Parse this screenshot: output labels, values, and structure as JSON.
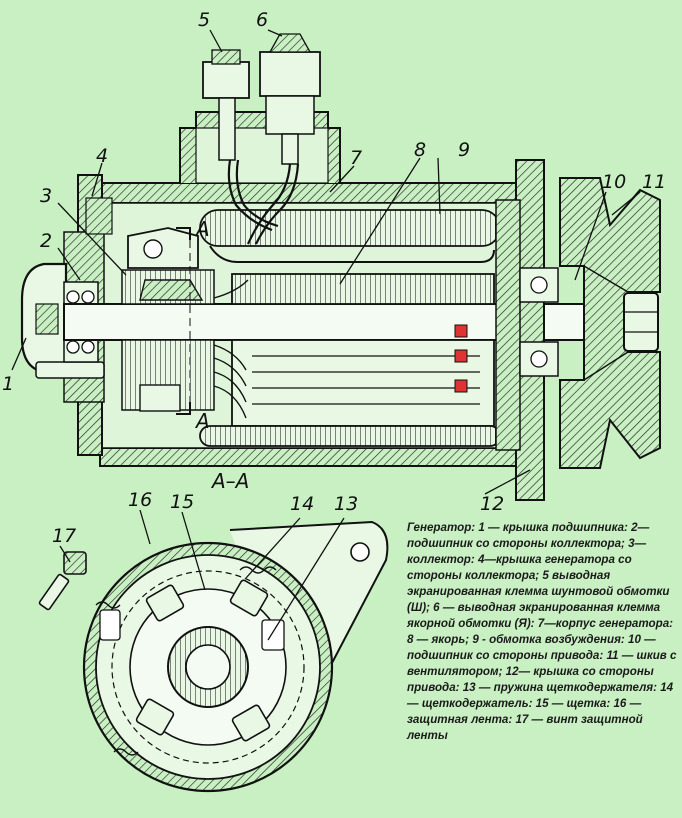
{
  "labels": {
    "n1": "1",
    "n2": "2",
    "n3": "3",
    "n4": "4",
    "n5": "5",
    "n6": "6",
    "n7": "7",
    "n8": "8",
    "n9": "9",
    "n10": "10",
    "n11": "11",
    "n12": "12",
    "n13": "13",
    "n14": "14",
    "n15": "15",
    "n16": "16",
    "n17": "17",
    "sectionA1": "А",
    "sectionA2": "А",
    "sectionTitle": "А–А"
  },
  "caption": "Генератор: 1 — крышка подшипника: 2— подшипник со стороны коллектора; 3—коллектор: 4—крышка генератора со стороны коллектора; 5 выводная экранированная клемма шунтовой обмотки (Ш); 6 — выводная экранированная клемма якорной обмотки (Я): 7—корпус генератора: 8 — якорь; 9 - обмотка возбуждения: 10 — подшипник со стороны привода: 11 — шкив с вентилятором; 12— крышка со стороны привода: 13 — пружина щеткодержателя: 14 — щеткодержатель: 15 — щетка: 16 — защитная лента: 17 — винт защитной ленты"
}
